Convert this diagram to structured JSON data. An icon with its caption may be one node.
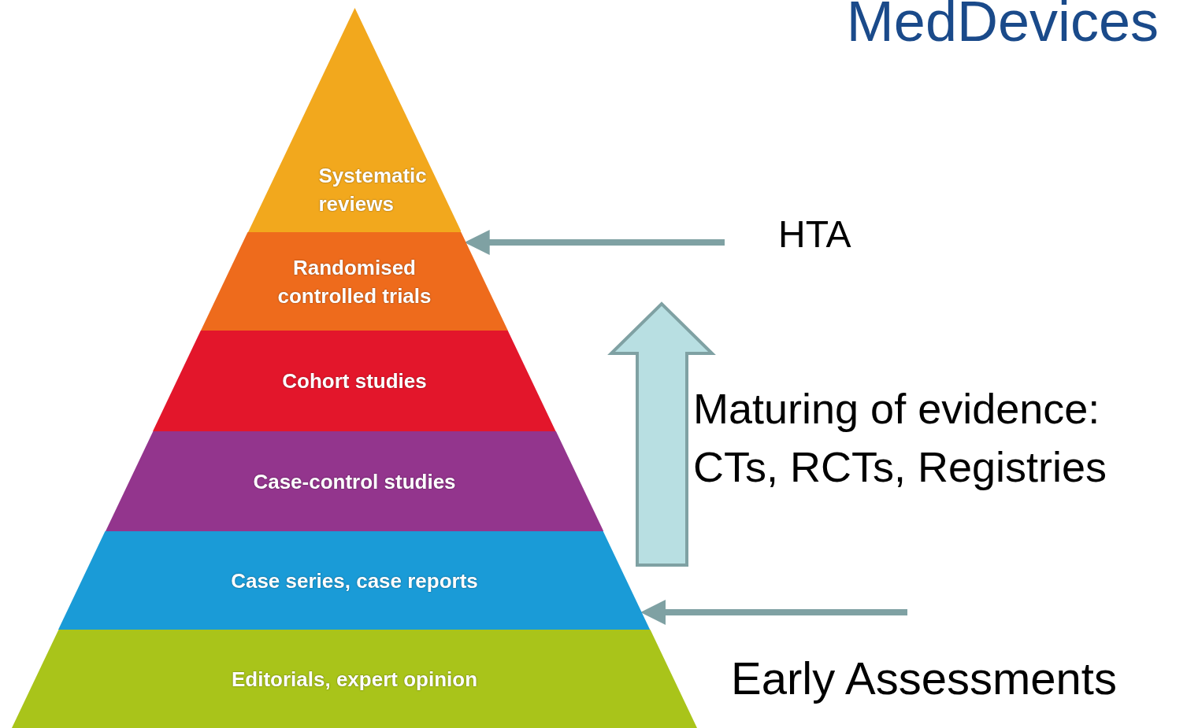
{
  "diagram": {
    "title": "MedDevices",
    "nodes": [
      {
        "text": [
          "Systematic reviews"
        ]
      },
      {
        "text": [
          "Randomised controlled trials"
        ]
      },
      {
        "text": [
          "Cohort studies"
        ]
      },
      {
        "text": [
          "Case-control studies"
        ]
      },
      {
        "text": [
          "Case series, case reports"
        ]
      },
      {
        "text": [
          "Editorials, expert opinion"
        ]
      },
      {
        "text": [
          "HTA"
        ]
      },
      {
        "text": [
          "Early Assessments"
        ]
      }
    ],
    "edges": [
      {
        "from": 6,
        "to": 1,
        "arrow": "to"
      },
      {
        "from": 7,
        "to": 4,
        "arrow": "to"
      }
    ],
    "labels": [
      "Maturing of evidence: CTs, RCTs, Registries"
    ]
  }
}
